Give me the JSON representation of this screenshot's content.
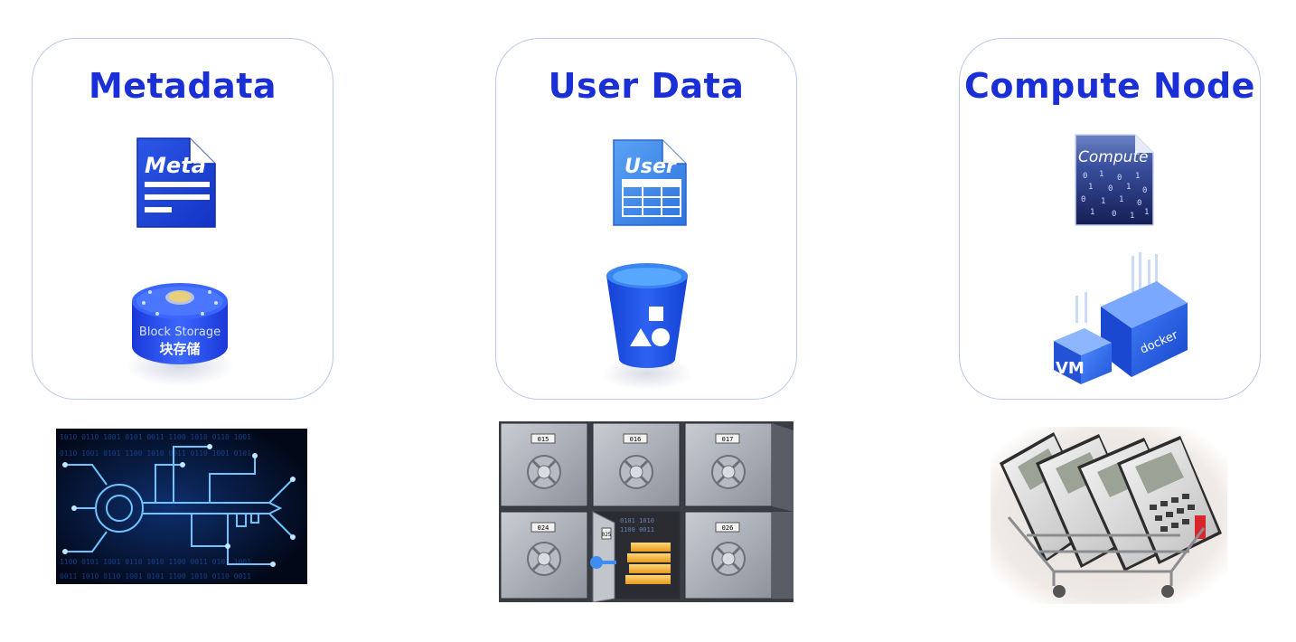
{
  "cards": [
    {
      "title": "Metadata",
      "doc_icon": {
        "name": "meta-document-icon",
        "label": "Meta"
      },
      "storage_icon": {
        "name": "block-storage-icon",
        "label_en": "Block Storage",
        "label_cn": "块存储"
      }
    },
    {
      "title": "User Data",
      "doc_icon": {
        "name": "user-document-icon",
        "label": "User"
      },
      "storage_icon": {
        "name": "object-storage-bucket-icon"
      }
    },
    {
      "title": "Compute Node",
      "doc_icon": {
        "name": "compute-document-icon",
        "label": "Compute"
      },
      "storage_icon": {
        "name": "vm-docker-icon",
        "label_vm": "VM",
        "label_docker": "docker"
      }
    }
  ],
  "photos": {
    "circuit_key": {
      "name": "circuit-key-image"
    },
    "vault": {
      "name": "safe-deposit-vault-image",
      "box_numbers": [
        "015",
        "016",
        "017",
        "024",
        "025",
        "026"
      ]
    },
    "calculators": {
      "name": "calculators-in-cart-image"
    }
  },
  "colors": {
    "title": "#1a2fd6",
    "card_border": "#b9c8ea",
    "icon_blue": "#1d45d8",
    "icon_light_blue": "#3b86e6"
  }
}
